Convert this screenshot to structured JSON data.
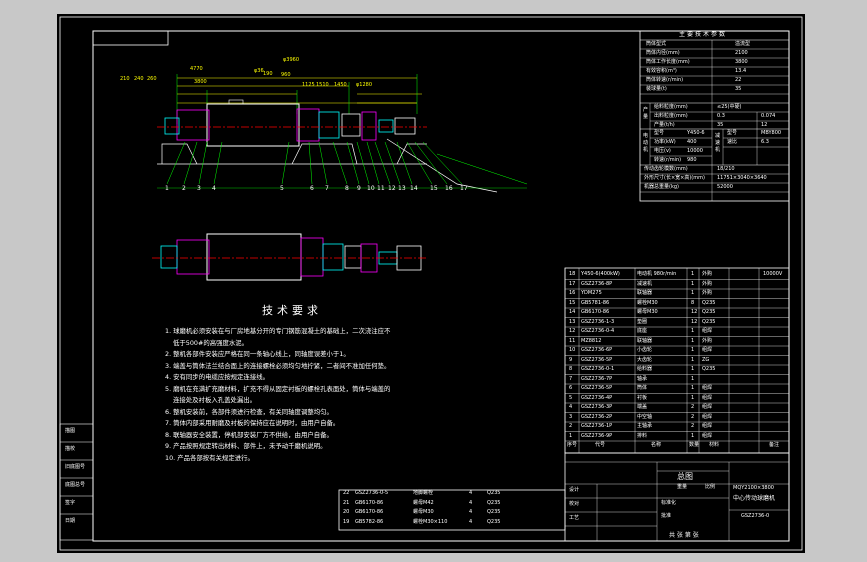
{
  "drawing": {
    "requirements_title": "技术要求",
    "requirements": [
      "1. 球磨机必须安装在与厂房地基分开的专门钢筋混凝土的基础上，二次浇注应不",
      "低于500#的高强度水泥。",
      "2. 整机各部件安装应严格在同一条轴心线上，同轴度误差小于1。",
      "3. 端盖与筒体法兰结合面上的连接螺栓必须均匀地拧紧，二者间不准加任何垫。",
      "4. 安有同步的电缆应按规定连接线。",
      "5. 磨机在充满扩充磨材料，扩充不得从固定衬板的螺栓孔表面处，筒体与端盖的",
      "连接处及衬板入孔盖处漏出。",
      "6. 整机安装前，各部件须进行检查，有关同轴度调整均匀。",
      "7. 筒体内部采用耐磨及衬板的保持应在说明时，由用户自备。",
      "8. 联轴器安全装置，停机部安装厂方不供给，由用户自备。",
      "9. 产品按照规定转出材料、部件上，未予动千磨机说明。",
      "10. 产品各部按有关规定进行。"
    ],
    "side_labels": [
      "描图",
      "描校",
      "旧底图号",
      "底图总号",
      "签字",
      "日期"
    ],
    "view1_dimensions": [
      "φ3960",
      "4770",
      "210",
      "240",
      "260",
      "3800",
      "φ36",
      "190",
      "960",
      "1125",
      "1510",
      "1450",
      "φ1280"
    ],
    "view1_part_numbers": [
      "1",
      "2",
      "3",
      "4",
      "5",
      "6",
      "7",
      "8",
      "9",
      "10",
      "11",
      "12",
      "13",
      "14",
      "15",
      "16",
      "17"
    ],
    "specs": {
      "title": "主要技术参数",
      "rows": [
        [
          "筒体型式",
          "溢流型"
        ],
        [
          "筒体内径(mm)",
          "2100"
        ],
        [
          "筒体工作长度(mm)",
          "3800"
        ],
        [
          "有效容积(m³)",
          "13.4"
        ],
        [
          "筒体转速(r/min)",
          "22"
        ],
        [
          "装球量(t)",
          "35"
        ]
      ],
      "capacity_label": "产量",
      "capacity_rows": [
        [
          "给料粒度(mm)",
          "≤25(中硬)"
        ],
        [
          "出料粒度(mm)",
          "0.3",
          "0.074"
        ],
        [
          "产量(t/h)",
          "35",
          "12"
        ]
      ],
      "motor_label": "电动机",
      "motor_rows": [
        [
          "型号",
          "Y450-6"
        ],
        [
          "功率(kW)",
          "400"
        ],
        [
          "电压(v)",
          "10000"
        ],
        [
          "转速(r/min)",
          "980"
        ]
      ],
      "reducer_label": "减速机",
      "reducer_rows": [
        [
          "型号",
          "MBY800"
        ],
        [
          "速比",
          "6.3"
        ]
      ],
      "extra_rows": [
        [
          "传动齿轮模数(mm)",
          "18/210"
        ],
        [
          "外形尺寸(长×宽×高)(mm)",
          "11751×3040×3640"
        ],
        [
          "机器总重量(kg)",
          "52000"
        ]
      ]
    },
    "bom": {
      "rows": [
        {
          "no": "18",
          "code": "Y450-6(400kW)",
          "name": "电动机 980r/min",
          "qty": "1",
          "mat": "外购",
          "note": "10000V"
        },
        {
          "no": "17",
          "code": "GSZ2736-8P",
          "name": "减速机",
          "qty": "1",
          "mat": "外购",
          "note": ""
        },
        {
          "no": "16",
          "code": "YDM275",
          "name": "联轴器",
          "qty": "1",
          "mat": "外购",
          "note": ""
        },
        {
          "no": "15",
          "code": "GB5781-86",
          "name": "螺栓M30",
          "qty": "8",
          "mat": "Q235",
          "note": ""
        },
        {
          "no": "14",
          "code": "GB6170-86",
          "name": "螺母M30",
          "qty": "12",
          "mat": "Q235",
          "note": ""
        },
        {
          "no": "13",
          "code": "GSZ2736-1-3",
          "name": "垫圈",
          "qty": "12",
          "mat": "Q235",
          "note": ""
        },
        {
          "no": "12",
          "code": "GSZ2736-0-4",
          "name": "底座",
          "qty": "1",
          "mat": "组焊",
          "note": ""
        },
        {
          "no": "11",
          "code": "MZ8812",
          "name": "联轴器",
          "qty": "1",
          "mat": "外购",
          "note": ""
        },
        {
          "no": "10",
          "code": "GSZ2736-6P",
          "name": "小齿轮",
          "qty": "1",
          "mat": "组焊",
          "note": ""
        },
        {
          "no": "9",
          "code": "GSZ2736-5P",
          "name": "大齿轮",
          "qty": "1",
          "mat": "ZG",
          "note": ""
        },
        {
          "no": "8",
          "code": "GSZ2736-0-1",
          "name": "给料器",
          "qty": "1",
          "mat": "Q235",
          "note": ""
        },
        {
          "no": "7",
          "code": "GSZ2736-7P",
          "name": "轴承",
          "qty": "1",
          "mat": "",
          "note": ""
        },
        {
          "no": "6",
          "code": "GSZ2736-5P",
          "name": "筒体",
          "qty": "1",
          "mat": "组焊",
          "note": ""
        },
        {
          "no": "5",
          "code": "GSZ2736-4P",
          "name": "衬板",
          "qty": "1",
          "mat": "组焊",
          "note": ""
        },
        {
          "no": "4",
          "code": "GSZ2736-3P",
          "name": "端盖",
          "qty": "2",
          "mat": "组焊",
          "note": ""
        },
        {
          "no": "3",
          "code": "GSZ2736-2P",
          "name": "中空轴",
          "qty": "2",
          "mat": "组焊",
          "note": ""
        },
        {
          "no": "2",
          "code": "GSZ2736-1P",
          "name": "主轴承",
          "qty": "2",
          "mat": "组焊",
          "note": ""
        },
        {
          "no": "1",
          "code": "GSZ2736-9P",
          "name": "排料",
          "qty": "1",
          "mat": "组焊",
          "note": ""
        }
      ],
      "header": [
        "序号",
        "代号",
        "名称",
        "数量",
        "材料",
        "备注"
      ]
    },
    "bom_low": {
      "rows": [
        {
          "no": "22",
          "code": "GSZ2736-0-5",
          "name": "地脚螺栓",
          "qty": "4",
          "mat": "Q235"
        },
        {
          "no": "21",
          "code": "GB6170-86",
          "name": "螺母M42",
          "qty": "4",
          "mat": "Q235"
        },
        {
          "no": "20",
          "code": "GB6170-86",
          "name": "螺母M30",
          "qty": "4",
          "mat": "Q235"
        },
        {
          "no": "19",
          "code": "GB5782-86",
          "name": "螺栓M30×110",
          "qty": "4",
          "mat": "Q235"
        }
      ]
    },
    "title_block": {
      "name": "总图",
      "model": "MQY2100×3800",
      "product": "中心传动球磨机",
      "drawing_no": "GSZ2736-0",
      "scale_label": "比例",
      "weight_label": "重量",
      "sheets_label": "共 张 第 张",
      "designer": "设计",
      "checker": "校对",
      "approved": "批准",
      "process": "工艺",
      "standard": "标准化"
    }
  }
}
